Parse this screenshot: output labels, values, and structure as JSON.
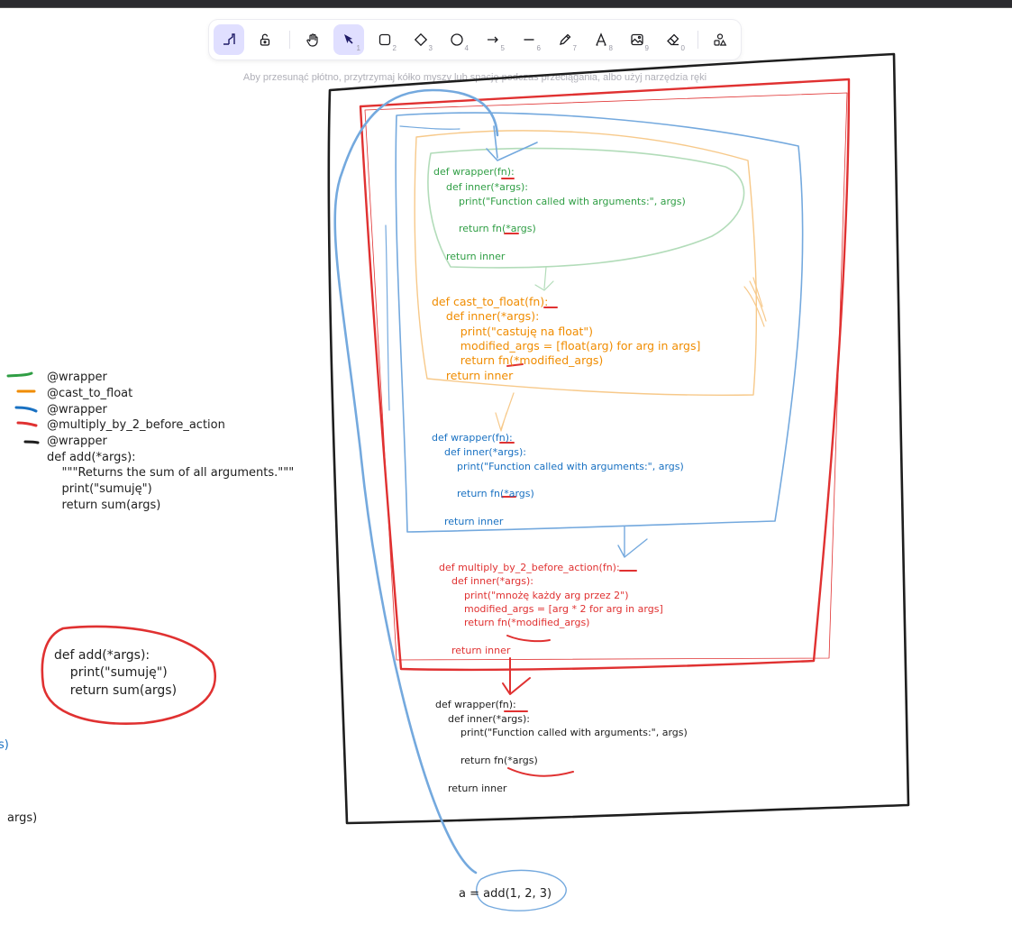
{
  "toolbar": {
    "tools": [
      {
        "name": "pin-tool",
        "number": ""
      },
      {
        "name": "lock-tool",
        "number": ""
      },
      {
        "name": "hand-tool",
        "number": ""
      },
      {
        "name": "selection-tool",
        "number": "1"
      },
      {
        "name": "rectangle-tool",
        "number": "2"
      },
      {
        "name": "diamond-tool",
        "number": "3"
      },
      {
        "name": "ellipse-tool",
        "number": "4"
      },
      {
        "name": "arrow-tool",
        "number": "5"
      },
      {
        "name": "line-tool",
        "number": "6"
      },
      {
        "name": "draw-tool",
        "number": "7"
      },
      {
        "name": "text-tool",
        "number": "8"
      },
      {
        "name": "image-tool",
        "number": "9"
      },
      {
        "name": "eraser-tool",
        "number": "0"
      },
      {
        "name": "more-shapes-tool",
        "number": ""
      }
    ]
  },
  "hint": "Aby przesunąć płótno, przytrzymaj kółko myszy lub spację podczas przeciągania, albo użyj narzędzia ręki",
  "colors": {
    "green": "#2f9e44",
    "orange": "#f08c00",
    "blue": "#1971c2",
    "red": "#e03131",
    "black": "#1e1e1e",
    "blue_light": "#74a9de",
    "green_light": "#b2dcb9",
    "orange_light": "#f7c98a",
    "red_light": "#f1a5a5"
  },
  "legend": {
    "lines": [
      "@wrapper",
      "@cast_to_float",
      "@wrapper",
      "@multiply_by_2_before_action",
      "@wrapper"
    ],
    "code": [
      "def add(*args):",
      "    \"\"\"Returns the sum of all arguments.\"\"\"",
      "    print(\"sumuję\")",
      "    return sum(args)"
    ]
  },
  "add_bubble": [
    "def add(*args):",
    "    print(\"sumuję\")",
    "    return sum(args)"
  ],
  "green_block": [
    "def wrapper(fn):",
    "    def inner(*args):",
    "        print(\"Function called with arguments:\", args)",
    "",
    "        return fn(*args)",
    "",
    "    return inner"
  ],
  "orange_block": [
    "def cast_to_float(fn):",
    "    def inner(*args):",
    "        print(\"castuję na float\")",
    "        modified_args = [float(arg) for arg in args]",
    "        return fn(*modified_args)",
    "    return inner"
  ],
  "blue_block": [
    "def wrapper(fn):",
    "    def inner(*args):",
    "        print(\"Function called with arguments:\", args)",
    "",
    "        return fn(*args)",
    "",
    "    return inner"
  ],
  "red_block": [
    "def multiply_by_2_before_action(fn):",
    "    def inner(*args):",
    "        print(\"mnożę każdy arg przez 2\")",
    "        modified_args = [arg * 2 for arg in args]",
    "        return fn(*modified_args)",
    "",
    "    return inner"
  ],
  "black_block": [
    "def wrapper(fn):",
    "    def inner(*args):",
    "        print(\"Function called with arguments:\", args)",
    "",
    "        return fn(*args)",
    "",
    "    return inner"
  ],
  "call": "a = add(1, 2, 3)",
  "fragments": [
    "s)",
    "args)"
  ]
}
